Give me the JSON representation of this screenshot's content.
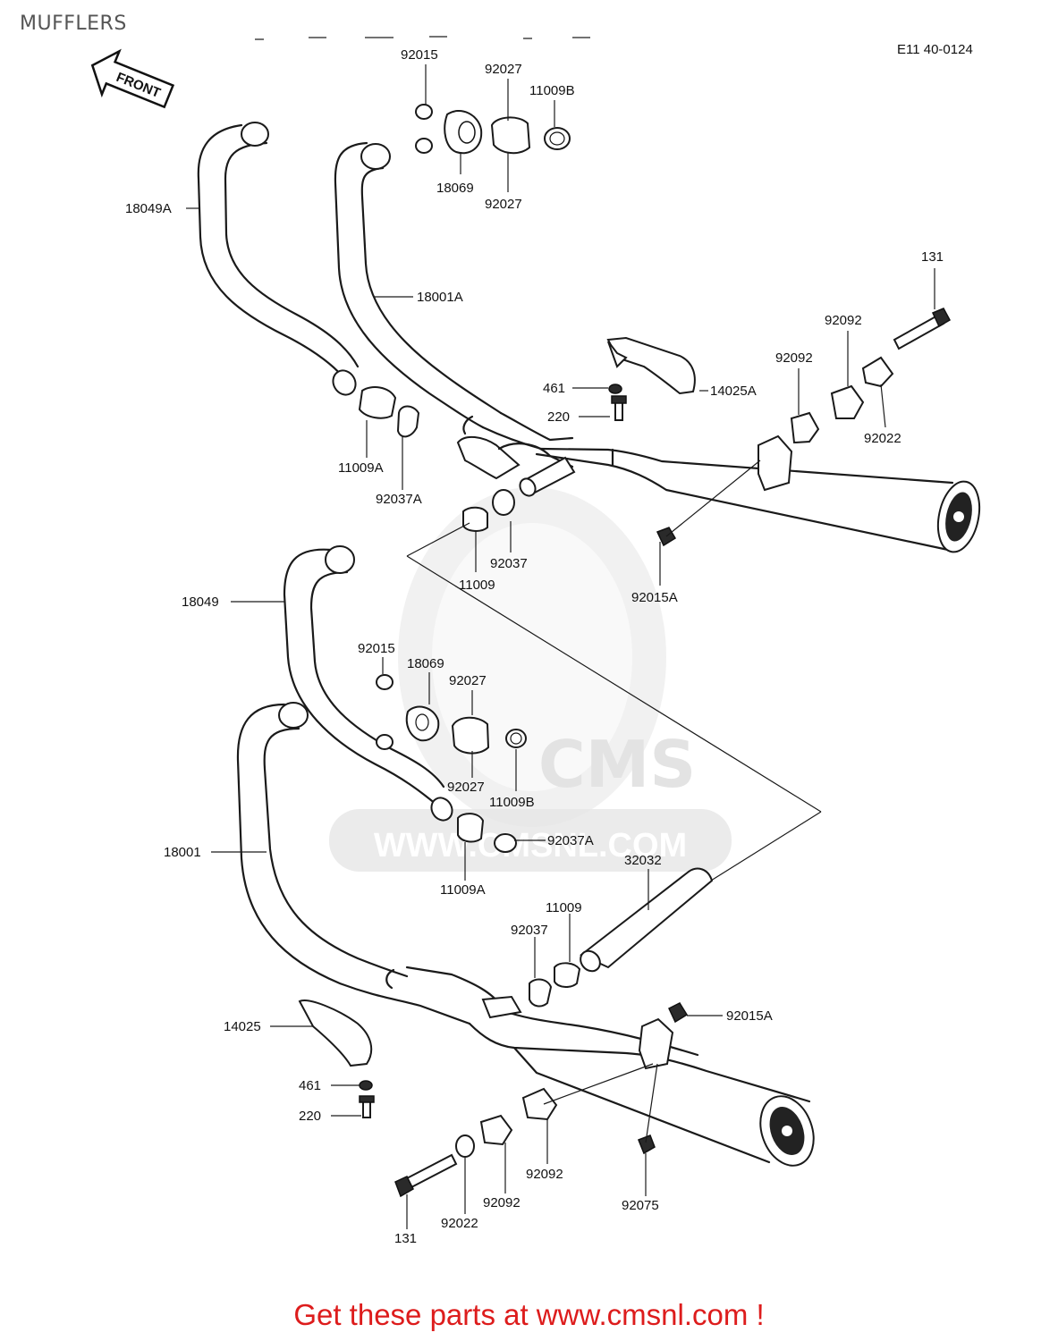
{
  "page_title": "MUFFLERS",
  "diagram_code": "E11 40-0124",
  "front_label": "FRONT",
  "watermark": {
    "brand": "CMS",
    "url": "WWW.CMSNL.COM"
  },
  "footer_text": "Get these parts at www.cmsnl.com !",
  "colors": {
    "footer": "#dd1c1c",
    "title": "#555555",
    "lines": "#1a1a1a",
    "watermark": "#e3e3e3"
  },
  "callouts": [
    {
      "id": "c1",
      "text": "92015"
    },
    {
      "id": "c2",
      "text": "92027"
    },
    {
      "id": "c3",
      "text": "11009B"
    },
    {
      "id": "c4",
      "text": "18069"
    },
    {
      "id": "c5",
      "text": "92027"
    },
    {
      "id": "c6",
      "text": "18049A"
    },
    {
      "id": "c7",
      "text": "18001A"
    },
    {
      "id": "c8",
      "text": "131"
    },
    {
      "id": "c9",
      "text": "92092"
    },
    {
      "id": "c10",
      "text": "92092"
    },
    {
      "id": "c11",
      "text": "461"
    },
    {
      "id": "c12",
      "text": "14025A"
    },
    {
      "id": "c13",
      "text": "220"
    },
    {
      "id": "c14",
      "text": "92022"
    },
    {
      "id": "c15",
      "text": "11009A"
    },
    {
      "id": "c16",
      "text": "92037A"
    },
    {
      "id": "c17",
      "text": "92037"
    },
    {
      "id": "c18",
      "text": "11009"
    },
    {
      "id": "c19",
      "text": "92015A"
    },
    {
      "id": "c20",
      "text": "18049"
    },
    {
      "id": "c21",
      "text": "92015"
    },
    {
      "id": "c22",
      "text": "18069"
    },
    {
      "id": "c23",
      "text": "92027"
    },
    {
      "id": "c24",
      "text": "92027"
    },
    {
      "id": "c25",
      "text": "11009B"
    },
    {
      "id": "c26",
      "text": "18001"
    },
    {
      "id": "c27",
      "text": "92037A"
    },
    {
      "id": "c28",
      "text": "11009A"
    },
    {
      "id": "c29",
      "text": "32032"
    },
    {
      "id": "c30",
      "text": "11009"
    },
    {
      "id": "c31",
      "text": "92037"
    },
    {
      "id": "c32",
      "text": "92015A"
    },
    {
      "id": "c33",
      "text": "14025"
    },
    {
      "id": "c34",
      "text": "461"
    },
    {
      "id": "c35",
      "text": "220"
    },
    {
      "id": "c36",
      "text": "92092"
    },
    {
      "id": "c37",
      "text": "92092"
    },
    {
      "id": "c38",
      "text": "92075"
    },
    {
      "id": "c39",
      "text": "131"
    },
    {
      "id": "c40",
      "text": "92022"
    }
  ]
}
